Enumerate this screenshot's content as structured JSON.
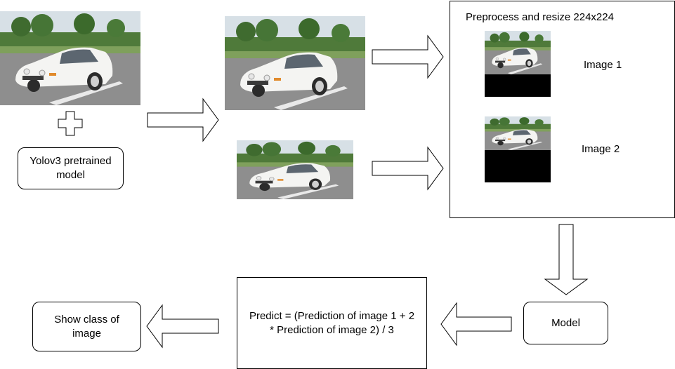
{
  "nodes": {
    "yolo_model": "Yolov3 pretrained model",
    "preprocess_title": "Preprocess and resize 224x224",
    "image1_label": "Image 1",
    "image2_label": "Image 2",
    "model": "Model",
    "predict": "Predict = (Prediction of image 1 + 2 * Prediction of image 2) / 3",
    "show_class": "Show class of image"
  }
}
